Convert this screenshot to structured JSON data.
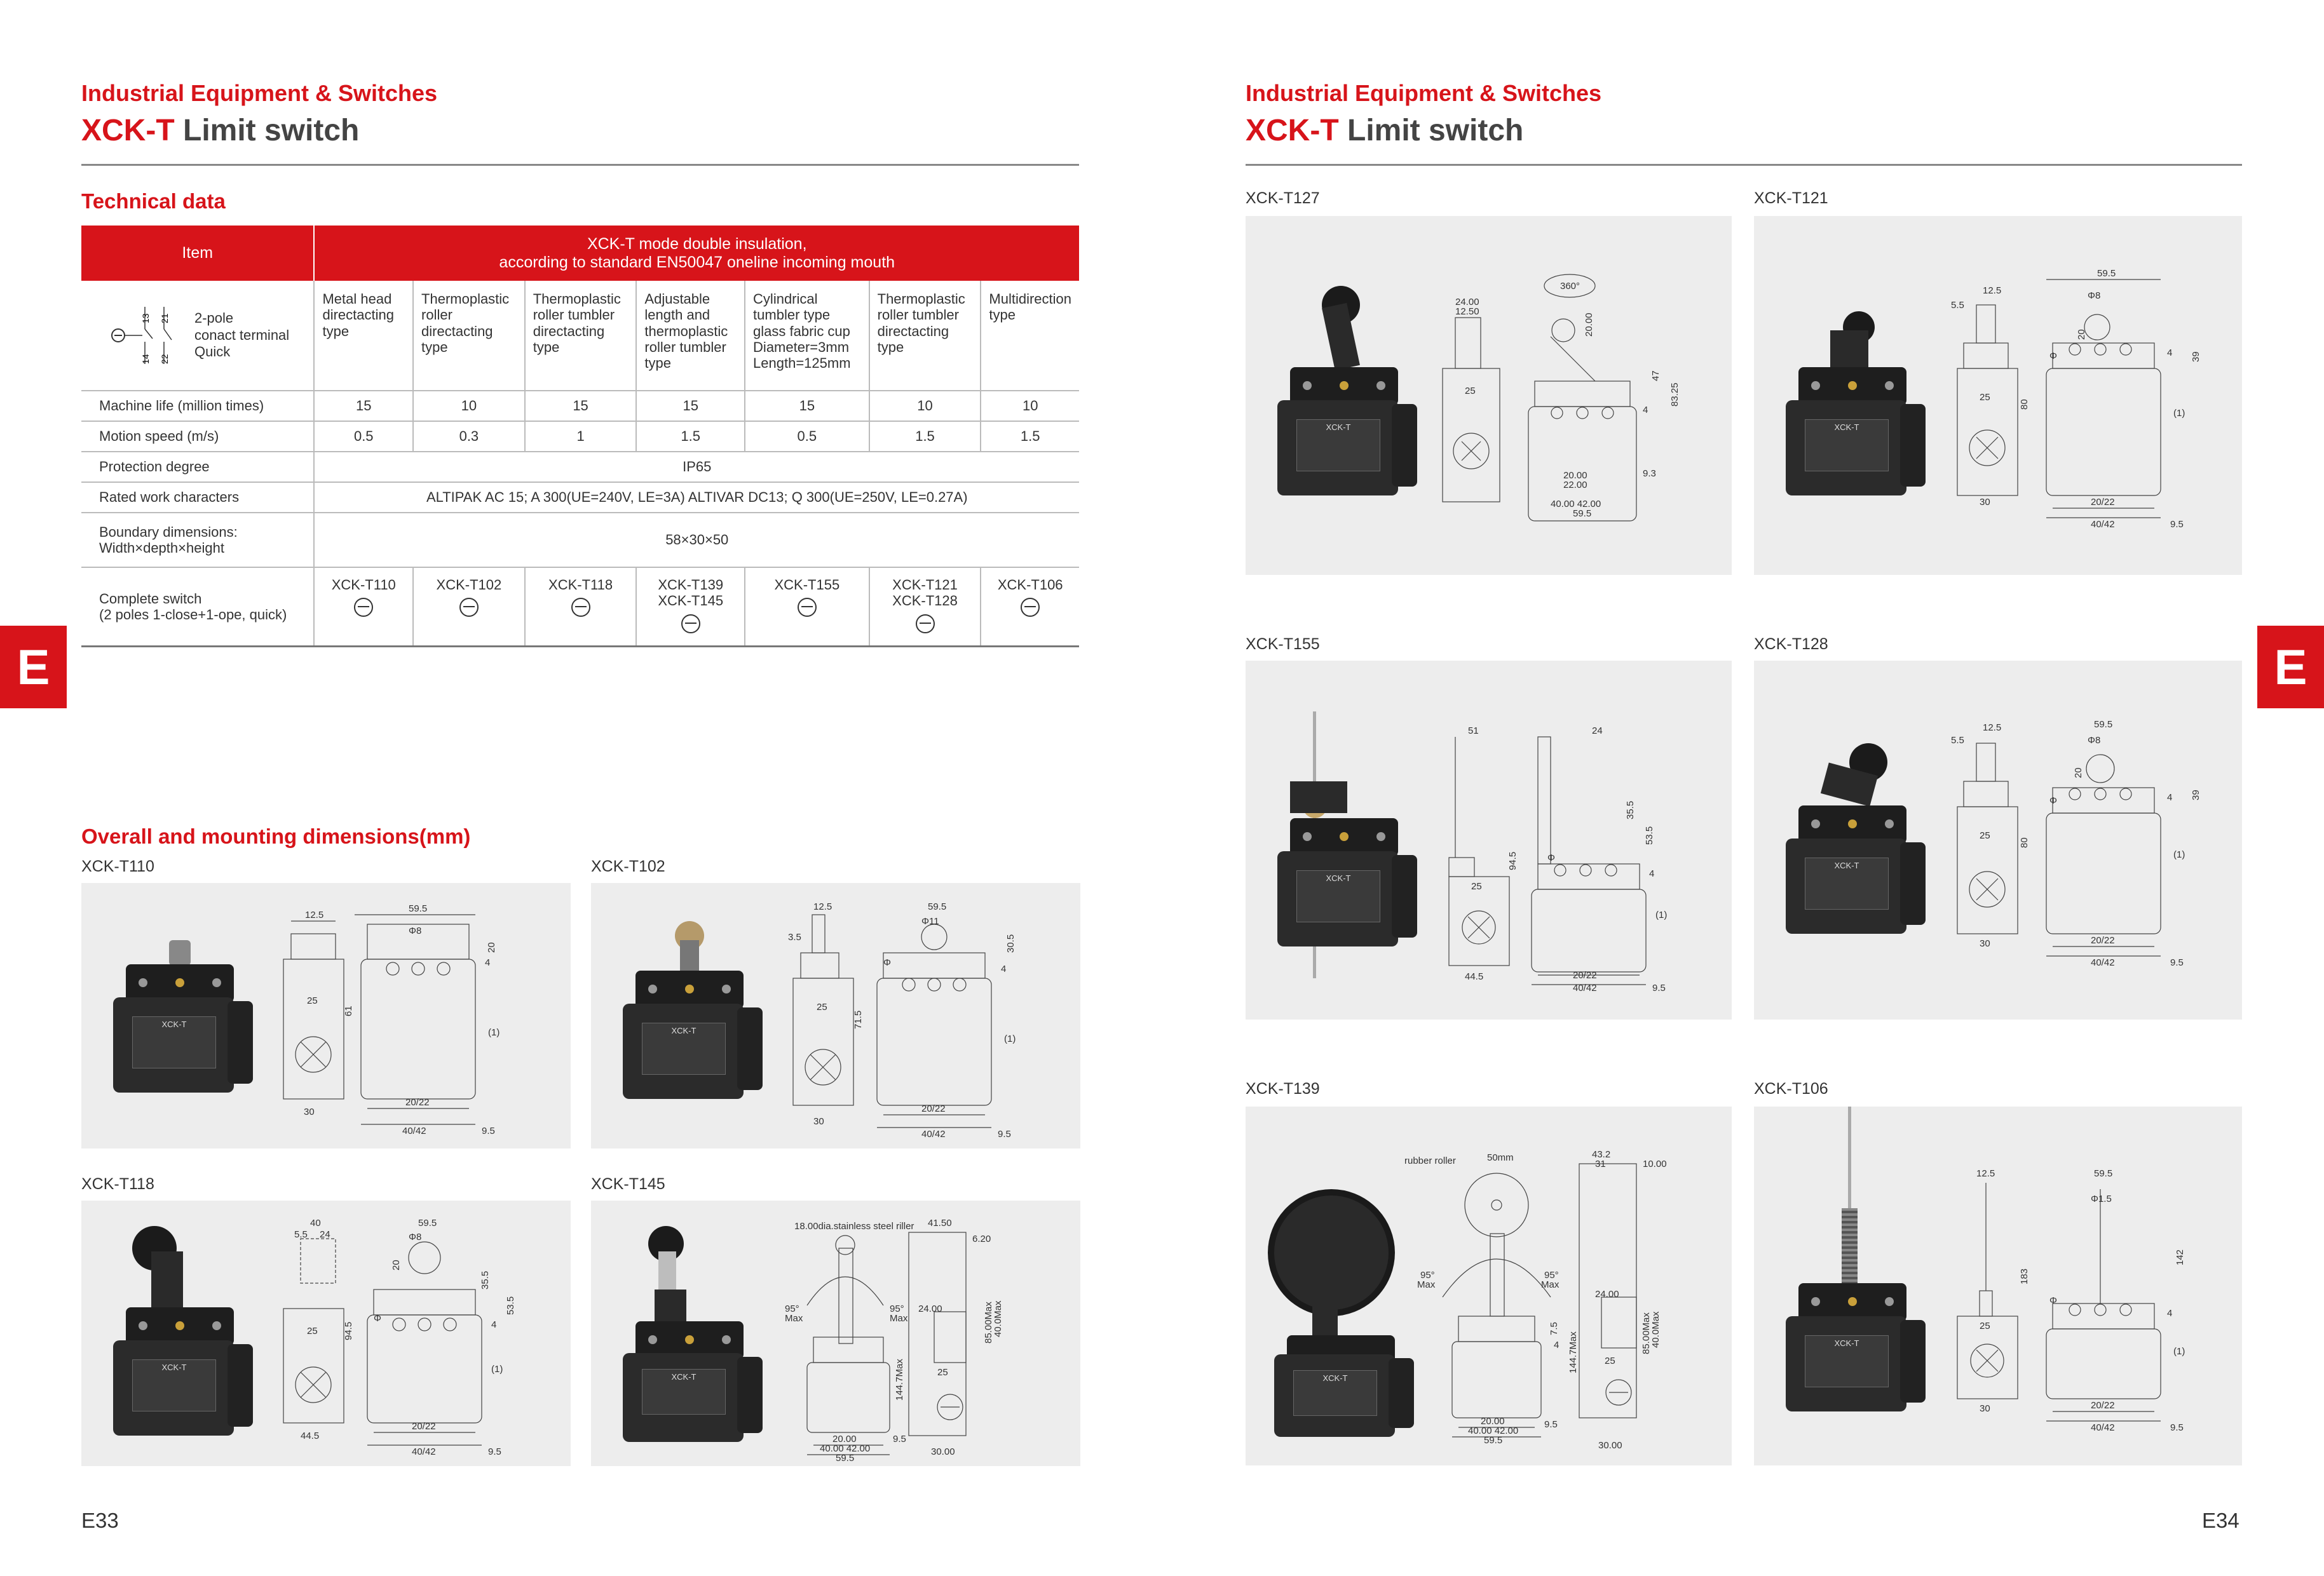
{
  "left": {
    "category": "Industrial Equipment & Switches",
    "title_red": "XCK-T",
    "title_rest": " Limit switch",
    "technical_heading": "Technical data",
    "dims_heading": "Overall and mounting dimensions(mm)",
    "page": "E33",
    "tab": "E",
    "table": {
      "item_header": "Item",
      "mode_header_1": "XCK-T mode double insulation,",
      "mode_header_2": "according to standard EN50047 oneline incoming mouth",
      "terminal_pins": [
        "13",
        "14",
        "21",
        "22"
      ],
      "terminal_label": [
        "2-pole",
        "conact terminal",
        "Quick"
      ],
      "types": [
        [
          "Metal head",
          "directacting",
          "type"
        ],
        [
          "Thermoplastic",
          "roller",
          "directacting",
          "type"
        ],
        [
          "Thermoplastic",
          "roller tumbler",
          "directacting",
          "type"
        ],
        [
          "Adjustable",
          "length and",
          "thermoplastic",
          "roller tumbler",
          "type"
        ],
        [
          "Cylindrical",
          "tumbler type",
          "glass fabric cup",
          "Diameter=3mm",
          "Length=125mm"
        ],
        [
          "Thermoplastic",
          "roller tumbler",
          "directacting",
          "type"
        ],
        [
          "Multidirection",
          "type"
        ]
      ],
      "machine_life_label": "Machine life (million times)",
      "machine_life": [
        "15",
        "10",
        "15",
        "15",
        "15",
        "10",
        "10"
      ],
      "motion_speed_label": "Motion speed (m/s)",
      "motion_speed": [
        "0.5",
        "0.3",
        "1",
        "1.5",
        "0.5",
        "1.5",
        "1.5"
      ],
      "protection_label": "Protection degree",
      "protection": "IP65",
      "rated_label": "Rated work characters",
      "rated": "ALTIPAK AC 15; A 300(UE=240V, LE=3A) ALTIVAR DC13; Q 300(UE=250V, LE=0.27A)",
      "boundary_label_1": "Boundary dimensions:",
      "boundary_label_2": "Width×depth×height",
      "boundary": "58×30×50",
      "complete_label_1": "Complete switch",
      "complete_label_2": "(2 poles 1-close+1-ope, quick)",
      "models": [
        [
          "XCK-T110"
        ],
        [
          "XCK-T102"
        ],
        [
          "XCK-T118"
        ],
        [
          "XCK-T139",
          "XCK-T145"
        ],
        [
          "XCK-T155"
        ],
        [
          "XCK-T121",
          "XCK-T128"
        ],
        [
          "XCK-T106"
        ]
      ]
    },
    "models": {
      "t110": "XCK-T110",
      "t102": "XCK-T102",
      "t118": "XCK-T118",
      "t145": "XCK-T145"
    }
  },
  "right": {
    "category": "Industrial Equipment & Switches",
    "title_red": "XCK-T",
    "title_rest": " Limit switch",
    "page": "E34",
    "tab": "E",
    "models": {
      "t127": "XCK-T127",
      "t121": "XCK-T121",
      "t155": "XCK-T155",
      "t128": "XCK-T128",
      "t139": "XCK-T139",
      "t106": "XCK-T106"
    }
  },
  "photo_label": {
    "brand": "XCK-T"
  },
  "dims": {
    "t110": {
      "a": "12.5",
      "b": "59.5",
      "c": "Φ8",
      "d": "25",
      "e": "61",
      "f": "30",
      "g": "4",
      "h": "20",
      "i": "(1)",
      "j": "20/22",
      "k": "40/42",
      "l": "9.5"
    },
    "t102": {
      "a": "12.5",
      "b": "59.5",
      "c": "3.5",
      "d": "Φ11",
      "e": "Φ",
      "f": "4",
      "g": "30.5",
      "h": "25",
      "i": "71.5",
      "j": "(1)",
      "k": "30",
      "l": "20/22",
      "m": "40/42",
      "n": "9.5"
    },
    "t118": {
      "a": "40",
      "b": "5.5",
      "c": "24",
      "d": "59.5",
      "e": "Φ8",
      "f": "20",
      "g": "35.5",
      "h": "53.5",
      "i": "25",
      "j": "94.5",
      "k": "Φ",
      "l": "4",
      "m": "(1)",
      "n": "44.5",
      "o": "20/22",
      "p": "40/42",
      "q": "9.5"
    },
    "t145": {
      "a": "18.00dia.stainless steel riller",
      "b": "41.50",
      "c": "6.20",
      "d": "95°",
      "e": "Max",
      "f": "95°",
      "g": "Max",
      "h": "24.00",
      "i": "85.00Max",
      "j": "40.0Max",
      "k": "144.7Max",
      "l": "20.00",
      "m": "40.00 42.00",
      "n": "59.5",
      "o": "9.5",
      "p": "25",
      "q": "30.00"
    },
    "t127": {
      "a": "24.00",
      "b": "12.50",
      "c": "360°",
      "d": "20.00",
      "e": "47",
      "f": "83.25",
      "g": "25",
      "h": "4",
      "i": "20.00",
      "j": "22.00",
      "k": "9.3",
      "l": "40.00 42.00",
      "m": "59.5"
    },
    "t121": {
      "a": "59.5",
      "b": "12.5",
      "c": "5.5",
      "d": "Φ8",
      "e": "20",
      "f": "39",
      "g": "4",
      "h": "25",
      "i": "80",
      "j": "Φ",
      "k": "(1)",
      "l": "30",
      "m": "20/22",
      "n": "40/42",
      "o": "9.5"
    },
    "t155": {
      "a": "51",
      "b": "24",
      "c": "35.5",
      "d": "53.5",
      "e": "94.5",
      "f": "Φ",
      "g": "25",
      "h": "4",
      "i": "(1)",
      "j": "44.5",
      "k": "20/22",
      "l": "40/42",
      "m": "9.5"
    },
    "t128": {
      "a": "12.5",
      "b": "59.5",
      "c": "5.5",
      "d": "Φ8",
      "e": "20",
      "f": "39",
      "g": "Φ",
      "h": "4",
      "i": "25",
      "j": "80",
      "k": "(1)",
      "l": "30",
      "m": "20/22",
      "n": "40/42",
      "o": "9.5"
    },
    "t139": {
      "a": "rubber roller",
      "b": "50mm",
      "c": "95°",
      "d": "Max",
      "e": "95°",
      "f": "Max",
      "g": "7.5",
      "h": "4",
      "i": "20.00",
      "j": "40.00 42.00",
      "k": "59.5",
      "l": "9.5",
      "m": "43.2",
      "n": "31",
      "o": "10.00",
      "p": "24.00",
      "q": "144.7Max",
      "r": "85.00Max",
      "s": "40.0Max",
      "t": "25",
      "u": "30.00"
    },
    "t106": {
      "a": "12.5",
      "b": "59.5",
      "c": "Φ1.5",
      "d": "183",
      "e": "142",
      "f": "25",
      "g": "Φ",
      "h": "4",
      "i": "(1)",
      "j": "30",
      "k": "20/22",
      "l": "40/42",
      "m": "9.5"
    }
  }
}
